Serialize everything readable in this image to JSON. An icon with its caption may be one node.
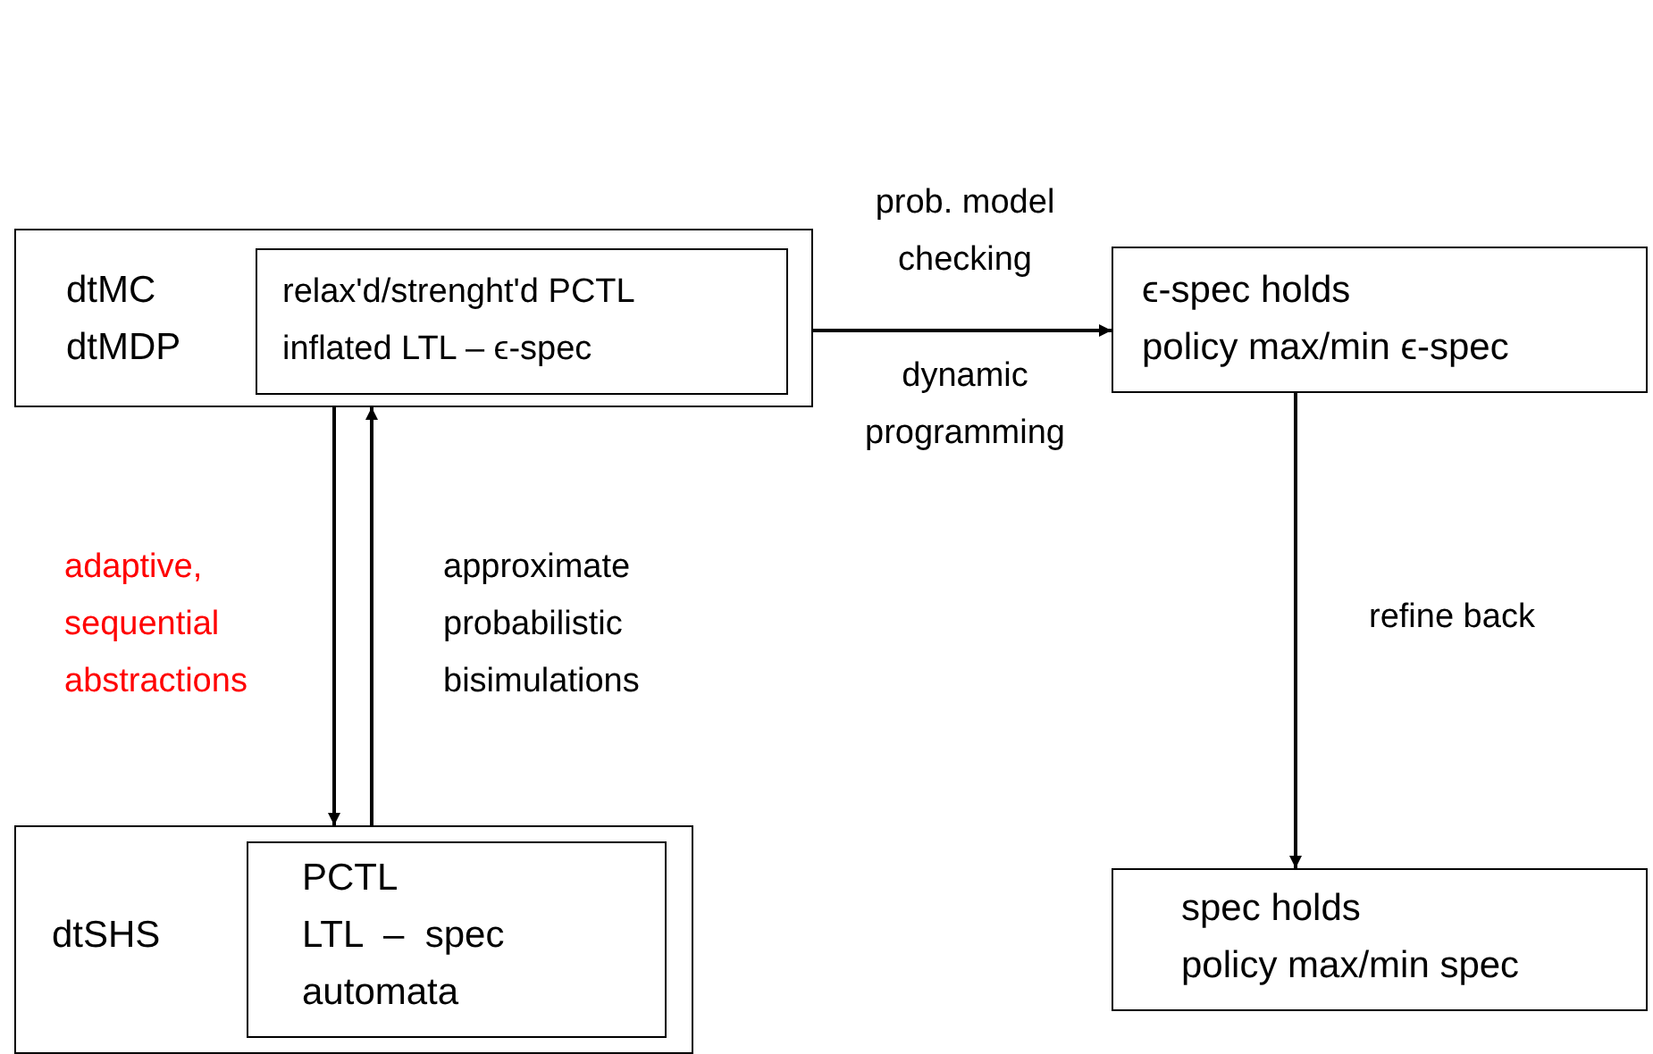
{
  "diagram": {
    "nodes": [
      {
        "text": [
          "dtMC dtMDP"
        ]
      },
      {
        "text": [
          "relax'd/strenght'd PCTL inflated LTL  –  ϵ-spec"
        ],
        "in": 0
      },
      {
        "text": [
          "ϵ-spec holds",
          "policy max/min ϵ-spec"
        ]
      },
      {
        "text": [
          "dtSHS"
        ]
      },
      {
        "text": [
          "PCTL",
          "LTL  –  spec",
          "automata"
        ],
        "in": 3
      },
      {
        "text": [
          "spec holds",
          "policy max/min spec"
        ]
      }
    ],
    "edges": [
      {
        "from": 0,
        "to": 2,
        "arrow": "to",
        "label": "prob. model checking"
      },
      {
        "from": 0,
        "to": 3,
        "arrow": "to",
        "label": "adaptive, sequential abstractions"
      },
      {
        "from": 3,
        "to": 0,
        "arrow": "to",
        "label": "approximate probabilistic bisimulations"
      },
      {
        "from": 2,
        "to": 5,
        "arrow": "to",
        "label": "refine back"
      }
    ],
    "labels": [
      "dynamic programming"
    ]
  }
}
